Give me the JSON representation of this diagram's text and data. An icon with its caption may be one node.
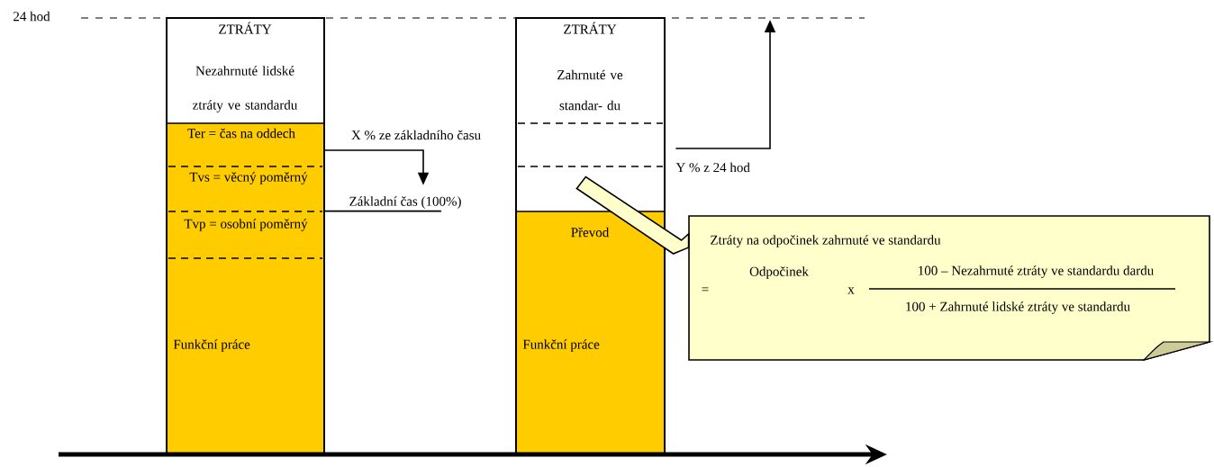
{
  "diagram": {
    "nodes": [
      {
        "text": [
          "ZTRÁTY",
          "Nezahrnuté lidské ztráty ve standardu"
        ]
      },
      {
        "text": [
          "Ter = čas na oddech"
        ]
      },
      {
        "text": [
          "Tvs = věcný poměrný"
        ]
      },
      {
        "text": [
          "Tvp = osobní poměrný"
        ]
      },
      {
        "text": [
          "Funkční práce"
        ]
      },
      {
        "text": [
          "ZTRÁTY",
          "Zahrnuté ve standar- du"
        ]
      },
      {
        "text": [
          "Převod",
          "Funkční práce"
        ]
      },
      {
        "text": [
          "Ztráty na odpočinek zahrnuté ve standardu",
          "=",
          "Odpočinek",
          "x",
          "100 – Nezahrnuté ztráty ve standardu dardu",
          "100 + Zahrnuté lidské ztráty ve standardu"
        ]
      },
      {
        "text": [
          "Základní čas (100%)"
        ]
      }
    ],
    "edges": [
      {
        "from": 1,
        "to": 8,
        "arrow": "to",
        "label": "X % ze základního času"
      },
      {
        "from": 3,
        "to": 8,
        "arrow": "none"
      },
      {
        "from": 5,
        "to": null,
        "arrow": "to",
        "label": "Y % z 24 hod"
      },
      {
        "from": 7,
        "to": 5,
        "arrow": "none"
      }
    ],
    "labels": [
      "24 hod"
    ]
  }
}
